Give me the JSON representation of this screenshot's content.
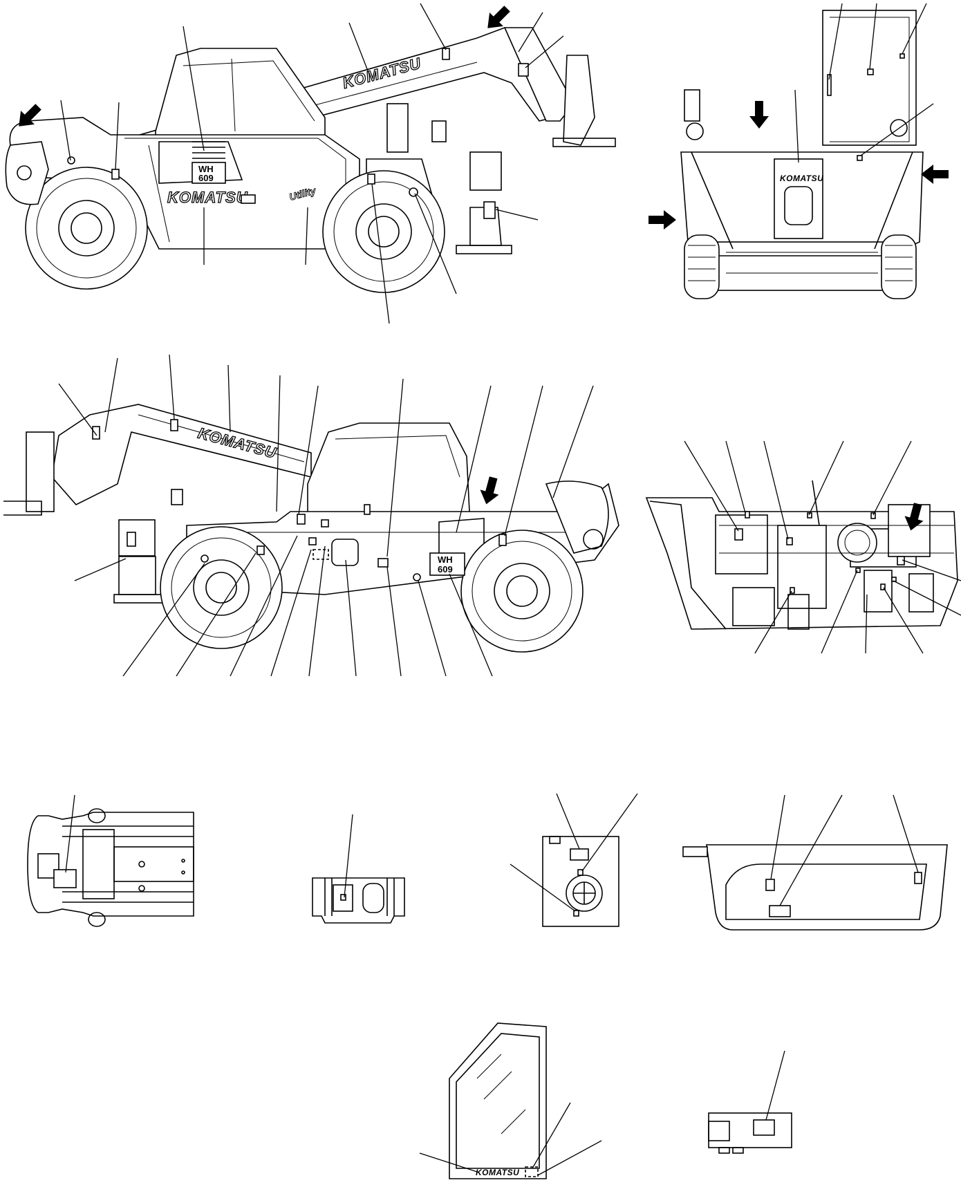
{
  "brand_marks": {
    "view1_boom": "KOMATSU",
    "view1_body": "KOMATSU",
    "view2_boom": "KOMATSU",
    "rear_plate": "KOMATSU",
    "door": "KOMATSU"
  },
  "model_decals": {
    "view1_line1": "WH",
    "view1_line2": "609",
    "view2_line1": "WH",
    "view2_line2": "609"
  },
  "script_badge": "Utility",
  "icons": [
    "arrow-indicator-icon",
    "leader-line",
    "decal-rectangle"
  ],
  "colors": {
    "ink": "#000000",
    "paper": "#ffffff"
  }
}
